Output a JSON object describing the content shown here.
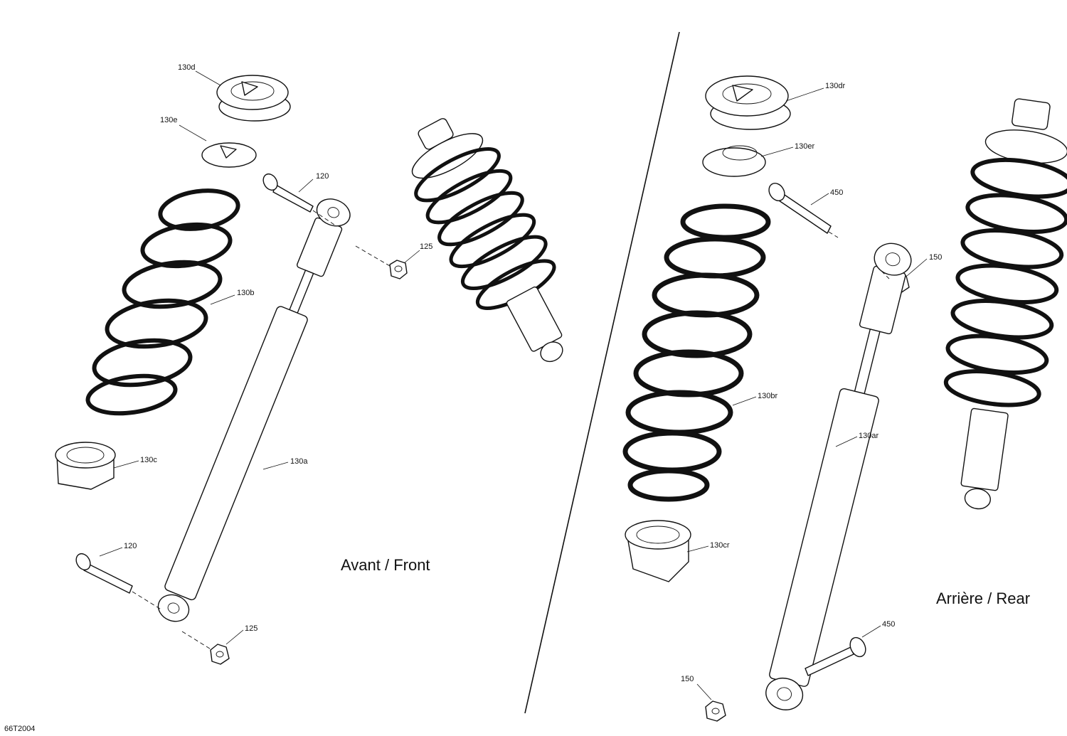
{
  "sections": {
    "front": "Avant / Front",
    "rear": "Arrière / Rear"
  },
  "figure_ref": "66T2004",
  "callouts": {
    "front": {
      "upper_cushion": "130d",
      "upper_washer": "130e",
      "upper_bolt": "120",
      "upper_nut": "125",
      "spring": "130b",
      "spring_retainer": "130c",
      "shock_body": "130a",
      "lower_bolt": "120",
      "lower_nut": "125"
    },
    "rear": {
      "upper_cushion": "130dr",
      "upper_washer": "130er",
      "upper_bolt": "450",
      "upper_nut": "150",
      "spring": "130br",
      "spring_retainer": "130cr",
      "shock_body": "130ar",
      "lower_bolt": "450",
      "lower_nut": "150"
    }
  }
}
